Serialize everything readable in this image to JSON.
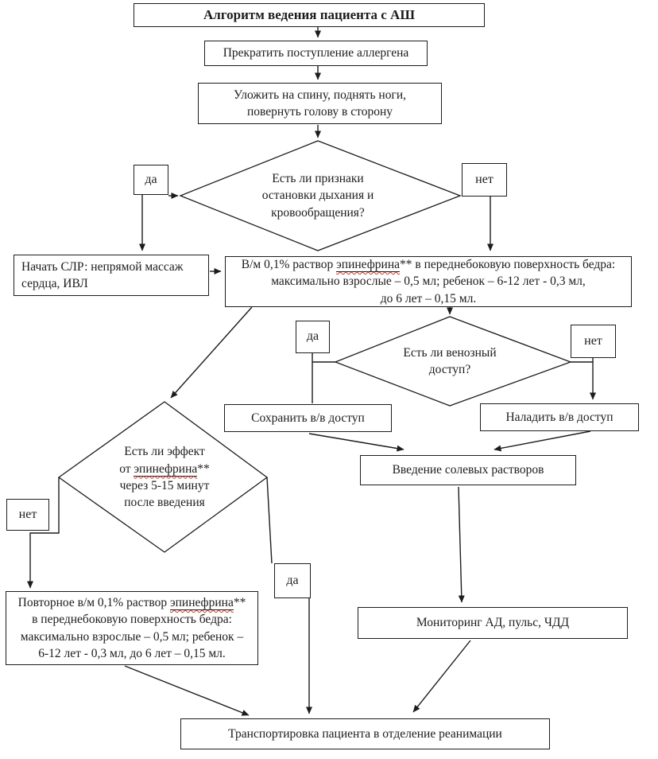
{
  "diagram": {
    "title": "Алгоритм ведения пациента с АШ",
    "labels": {
      "yes": "да",
      "no": "нет"
    },
    "nodes": {
      "stop_allergen": "Прекратить поступление аллергена",
      "lay_down": "Уложить на спину, поднять ноги,\nповернуть голову в сторону",
      "decision_arrest": "Есть ли признаки\nостановки дыхания и\nкровообращения?",
      "cpr": "Начать СЛР: непрямой массаж\nсердца, ИВЛ",
      "epinephrine_im": {
        "segments": [
          {
            "text": "В/м 0,1% раствор ",
            "style": "plain"
          },
          {
            "text": "эпинефрина",
            "style": "drug"
          },
          {
            "text": "** в переднебоковую поверхность бедра:\nмаксимально взрослые – 0,5 мл; ребенок – 6-12 лет - 0,3 мл,\nдо 6 лет – 0,15 мл.",
            "style": "plain"
          }
        ]
      },
      "decision_venous_access": "Есть ли венозный\nдоступ?",
      "keep_iv_access": "Сохранить в/в доступ",
      "establish_iv_access": "Наладить в/в доступ",
      "saline_infusion": "Введение солевых растворов",
      "decision_epinephrine_effect": {
        "segments": [
          {
            "text": "Есть ли эффект\nот ",
            "style": "plain"
          },
          {
            "text": "эпинефрина",
            "style": "drug"
          },
          {
            "text": "**\nчерез 5-15 минут\nпосле введения",
            "style": "plain"
          }
        ]
      },
      "repeat_epinephrine": {
        "segments": [
          {
            "text": "Повторное в/м 0,1% раствор ",
            "style": "plain"
          },
          {
            "text": "эпинефрина",
            "style": "drug"
          },
          {
            "text": "**\nв переднебоковую поверхность бедра:\nмаксимально взрослые – 0,5 мл; ребенок –\n6-12 лет - 0,3 мл, до 6 лет – 0,15 мл.",
            "style": "plain"
          }
        ]
      },
      "monitoring": "Мониторинг АД, пульс, ЧДД",
      "transport": "Транспортировка пациента в отделение реанимации"
    },
    "colors": {
      "line": "#1c1c1c",
      "text": "#1c1c1c",
      "spellcheck_underline": "#d03a2a",
      "background": "#ffffff"
    }
  }
}
